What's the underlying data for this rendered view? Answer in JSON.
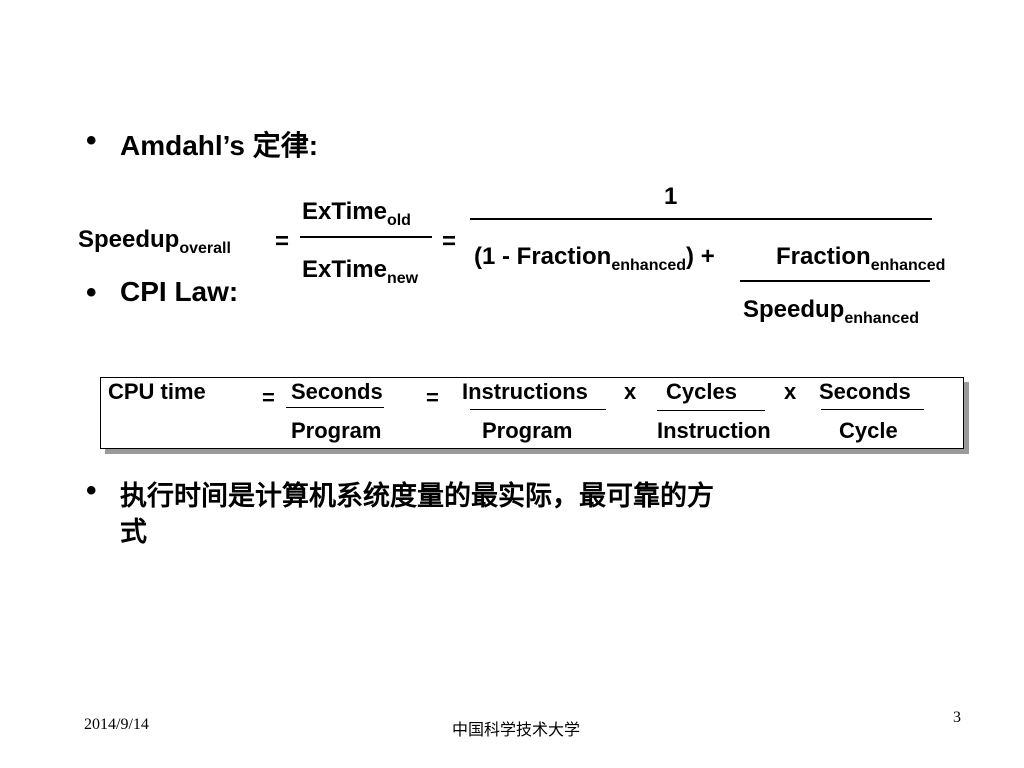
{
  "bullets": {
    "amdahl_title": "Amdahl’s 定律:",
    "cpi_title": "CPI Law:",
    "chinese_text_line1": "执行时间是计算机系统度量的最实际，最可靠的方",
    "chinese_text_line2": "式"
  },
  "amdahl_formula": {
    "speedup": "Speedup",
    "overall_sub": "overall",
    "equals1": "=",
    "extime_old": "ExTime",
    "old_sub": "old",
    "extime_new": "ExTime",
    "new_sub": "new",
    "equals2": "=",
    "numerator_one": "1",
    "denom_left": "(1 - Fraction",
    "enhanced_sub1": "enhanced",
    "denom_plus": ") +",
    "fraction": "Fraction",
    "enhanced_sub2": "enhanced",
    "speedup_enh": "Speedup",
    "enhanced_sub3": "enhanced"
  },
  "cpi_formula": {
    "cpu_time": "CPU time",
    "eq1": "=",
    "seconds1": "Seconds",
    "program1": "Program",
    "eq2": "=",
    "instructions": "Instructions",
    "program2": "Program",
    "x1": "x",
    "cycles": "Cycles",
    "instruction": "Instruction",
    "x2": "x",
    "seconds2": "Seconds",
    "cycle": "Cycle"
  },
  "footer": {
    "date": "2014/9/14",
    "org": "中国科学技术大学",
    "page": "3"
  }
}
